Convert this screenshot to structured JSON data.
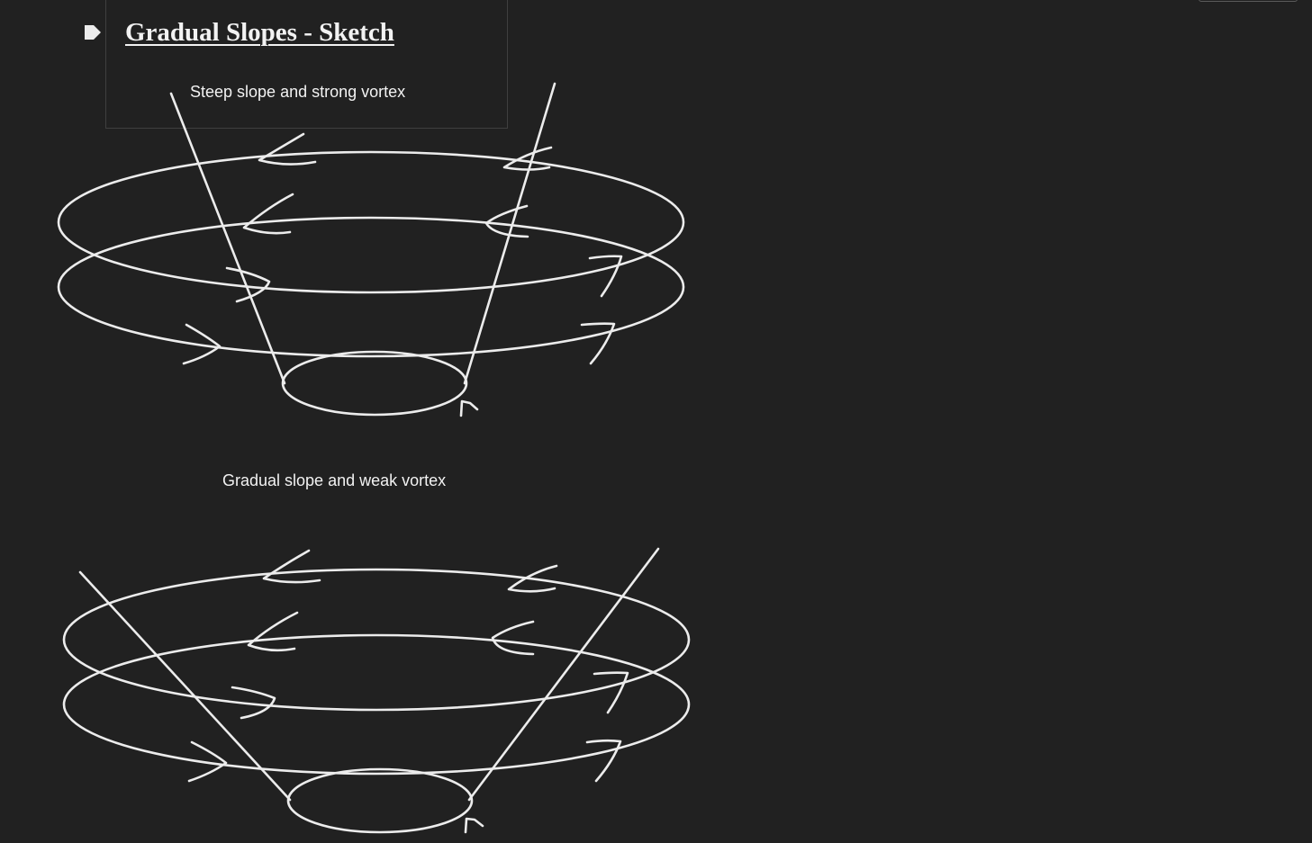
{
  "page": {
    "title": "Gradual Slopes - Sketch"
  },
  "captions": {
    "steep": "Steep slope and strong vortex",
    "gradual": "Gradual slope and weak vortex"
  },
  "colors": {
    "background": "#212121",
    "ink": "#ececec",
    "text": "#f2f2f2"
  },
  "icons": {
    "collapse": "collapse-arrow-icon"
  }
}
